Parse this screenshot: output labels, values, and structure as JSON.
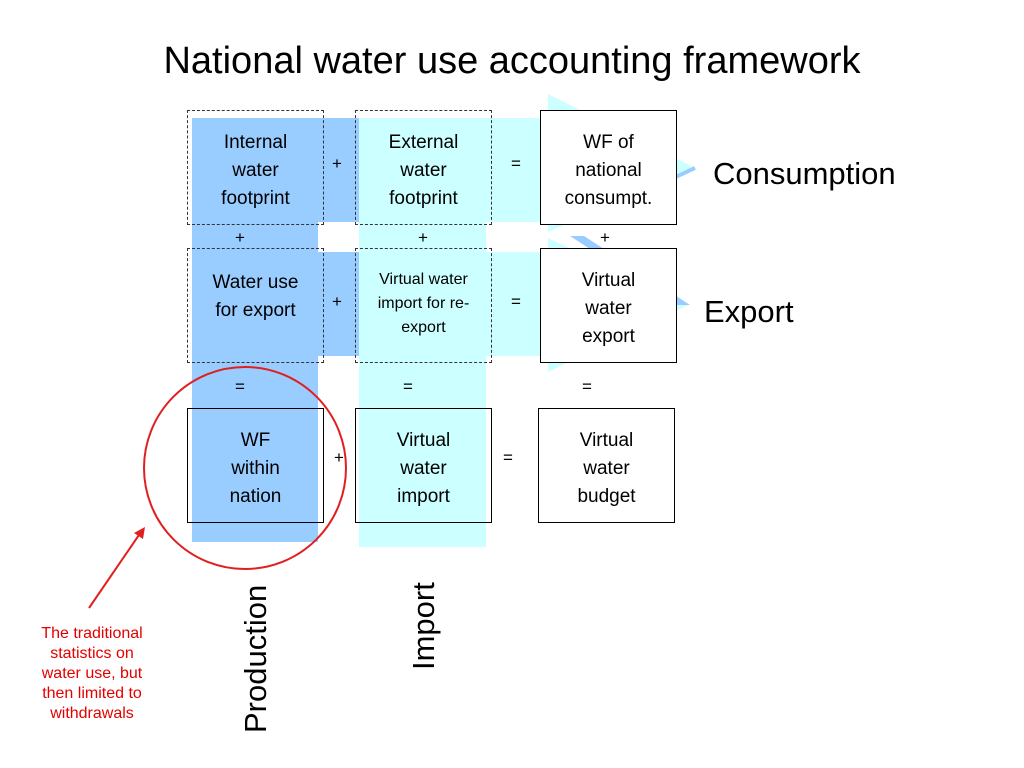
{
  "title": "National water use accounting framework",
  "rows": [
    {
      "cells": [
        {
          "label": "Internal\nwater\nfootprint"
        },
        {
          "label": "External\nwater\nfootprint"
        },
        {
          "label": "WF of\nnational\nconsumpt."
        }
      ],
      "ops": [
        "+",
        "="
      ],
      "side_label": "Consumption"
    },
    {
      "cells": [
        {
          "label": "Water use\nfor export"
        },
        {
          "label": "Virtual water\nimport for re-\nexport"
        },
        {
          "label": "Virtual\nwater\nexport"
        }
      ],
      "ops": [
        "+",
        "="
      ],
      "side_label": "Export"
    },
    {
      "cells": [
        {
          "label": "WF\nwithin\nnation"
        },
        {
          "label": "Virtual\nwater\nimport"
        },
        {
          "label": "Virtual\nwater\nbudget"
        }
      ],
      "ops": [
        "+",
        "="
      ]
    }
  ],
  "between_rows": [
    [
      "+",
      "+",
      "+"
    ],
    [
      "=",
      "=",
      "="
    ]
  ],
  "column_labels": [
    "Production",
    "Import"
  ],
  "annotation": "The traditional\nstatistics on\nwater use, but\nthen limited to\nwithdrawals",
  "colors": {
    "production_band": "#99ccff",
    "import_band": "#ccffff",
    "circle": "#e02020",
    "annotation_text": "#e30000"
  }
}
